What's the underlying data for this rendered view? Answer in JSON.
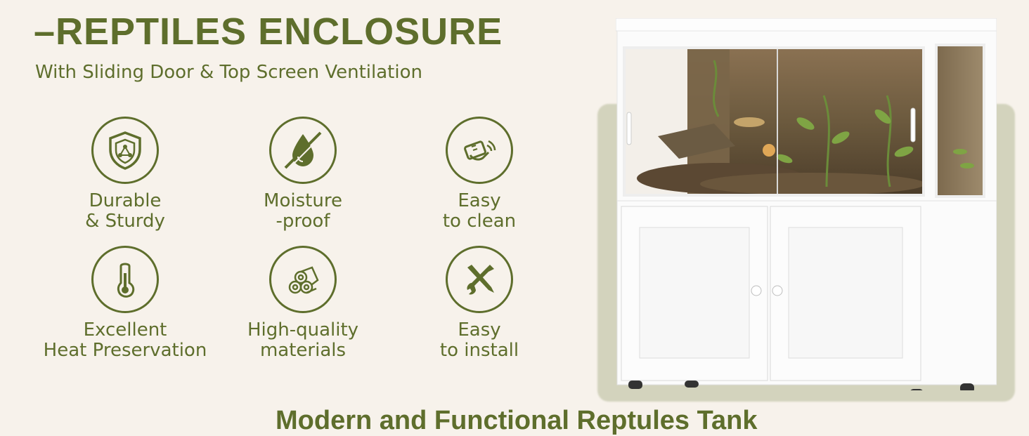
{
  "header": {
    "title": "–REPTILES ENCLOSURE",
    "subtitle": "With Sliding Door & Top Screen Ventilation"
  },
  "features": [
    {
      "line1": "Durable",
      "line2": "& Sturdy",
      "icon": "shield-icon"
    },
    {
      "line1": "Moisture",
      "line2": "-proof",
      "icon": "no-water-drop-icon"
    },
    {
      "line1": "Easy",
      "line2": "to clean",
      "icon": "cleaning-hand-icon"
    },
    {
      "line1": "Excellent",
      "line2": "Heat Preservation",
      "icon": "thermometer-icon"
    },
    {
      "line1": "High-quality",
      "line2": "materials",
      "icon": "wood-logs-icon"
    },
    {
      "line1": "Easy",
      "line2": "to install",
      "icon": "tools-icon"
    }
  ],
  "footer": {
    "text": "Modern and Functional Reptules Tank"
  },
  "colors": {
    "accent": "#5e6e2c",
    "background": "#f7f2eb",
    "cabinet": "#ffffff"
  }
}
